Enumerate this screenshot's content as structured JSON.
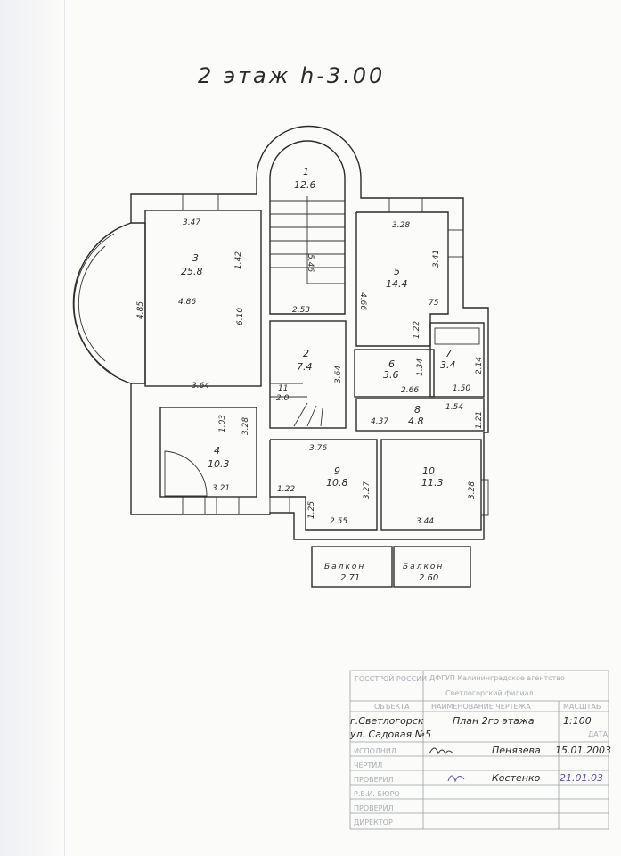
{
  "title": "2 этаж h-3.00",
  "rooms": [
    {
      "num": "1",
      "area": "12.6"
    },
    {
      "num": "2",
      "area": "7.4"
    },
    {
      "num": "3",
      "area": "25.8"
    },
    {
      "num": "4",
      "area": "10.3"
    },
    {
      "num": "5",
      "area": "14.4"
    },
    {
      "num": "6",
      "area": "3.6"
    },
    {
      "num": "7",
      "area": "3.4"
    },
    {
      "num": "8",
      "area": "4.8"
    },
    {
      "num": "9",
      "area": "10.8"
    },
    {
      "num": "10",
      "area": "11.3"
    },
    {
      "num": "11",
      "area": "2.0"
    }
  ],
  "balconies": [
    {
      "label": "Балкон",
      "area": "2.71"
    },
    {
      "label": "Балкон",
      "area": "2.60"
    }
  ],
  "dims": {
    "d347": "3.47",
    "d142": "1.42",
    "d485": "4.85",
    "d486": "4.86",
    "d610": "6.10",
    "d364a": "3.64",
    "d546": "5.46",
    "d253": "2.53",
    "d364b": "3.64",
    "d328a": "3.28",
    "d341": "3.41",
    "d466": "4.66",
    "d75": "75",
    "d122a": "1.22",
    "d134": "1.34",
    "d266": "2.66",
    "d214": "2.14",
    "d150": "1.50",
    "d154": "1.54",
    "d121": "1.21",
    "d437": "4.37",
    "d103": "1.03",
    "d328b": "3.28",
    "d321": "3.21",
    "d376": "3.76",
    "d327": "3.27",
    "d122b": "1.22",
    "d125": "1.25",
    "d255": "2.55",
    "d344": "3.44",
    "d328c": "3.28"
  },
  "stamp": {
    "org_left": "ГОССТРОЙ РОССИИ",
    "org_right": "ДФГУП Калининградское агентство",
    "branch": "Светлогорский филиал",
    "col_object": "ОБЪЕКТА",
    "col_drawing": "НАИМЕНОВАНИЕ ЧЕРТЕЖА",
    "col_scale": "МАСШТАБ",
    "address1": "г.Светлогорск",
    "address2": "ул. Садовая №5",
    "drawing_name": "План 2го этажа",
    "scale": "1:100",
    "col_date": "ДАТА",
    "roles": [
      "ИСПОЛНИЛ",
      "ЧЕРТИЛ",
      "ПРОВЕРИЛ",
      "Р.Б.И. БЮРО",
      "ПРОВЕРИЛ",
      "ДИРЕКТОР"
    ],
    "executor": "Пенязева",
    "executor_date": "15.01.2003",
    "checker": "Костенко",
    "checker_date": "21.01.03",
    "ink_color": "#5a4fb0"
  }
}
